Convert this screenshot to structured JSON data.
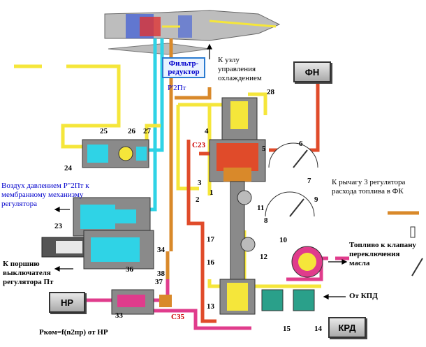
{
  "labels": {
    "filter_reducer": "Фильтр-редуктор",
    "p2pt_prime": "P'2Пт",
    "to_cooling_unit": "К узлу управления охлаждением",
    "air_pressure": "Воздух давлением P\"2Пт к мембранному механизму регулятора",
    "to_lever": "К рычагу 3 регулятора расхода топлива в ФК",
    "to_piston": "К поршню выключателя регулятора Пт",
    "fuel_to_valve": "Топливо к клапану переключения масла",
    "from_kpd": "От КПД",
    "pkom": "Pком=f(n2пр) от НР",
    "c23": "С23",
    "c35": "С35"
  },
  "boxes": {
    "fn": "ФН",
    "nr": "НР",
    "krd": "КРД"
  },
  "numbers": {
    "n1": "1",
    "n2": "2",
    "n3": "3",
    "n4": "4",
    "n5": "5",
    "n6": "6",
    "n7": "7",
    "n8": "8",
    "n9": "9",
    "n10": "10",
    "n11": "11",
    "n12": "12",
    "n13": "13",
    "n14": "14",
    "n15": "15",
    "n16": "16",
    "n17": "17",
    "n23": "23",
    "n24": "24",
    "n25": "25",
    "n26": "26",
    "n27": "27",
    "n28": "28",
    "n33": "33",
    "n34": "34",
    "n36": "36",
    "n37": "37",
    "n38": "38"
  },
  "colors": {
    "fuel": "#f5e63a",
    "air": "#2fd3e6",
    "oil": "#e03c8c",
    "control": "#d9892a",
    "red_line": "#e04b2a",
    "housing": "#8a8a8a"
  }
}
